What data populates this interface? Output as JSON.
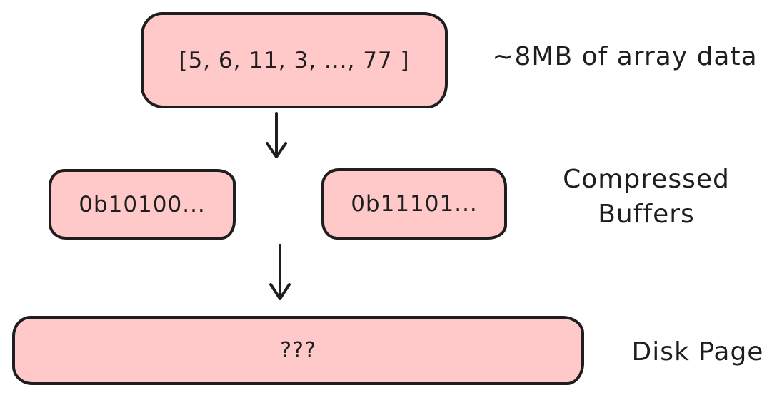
{
  "diagram": {
    "colors": {
      "background": "#ffffff",
      "box_fill": "#ffc9c9",
      "stroke": "#1e1e1e"
    },
    "nodes": {
      "array": {
        "text": "[5, 6, 11, 3, ..., 77 ]"
      },
      "buffer1": {
        "text": "0b10100..."
      },
      "buffer2": {
        "text": "0b11101..."
      },
      "disk": {
        "text": "???"
      }
    },
    "labels": {
      "array_size": "~8MB of array data",
      "buffers_line1": "Compressed",
      "buffers_line2": "Buffers",
      "disk": "Disk Page"
    },
    "icons": {
      "arrow1": "down-arrow",
      "arrow2": "down-arrow"
    }
  }
}
